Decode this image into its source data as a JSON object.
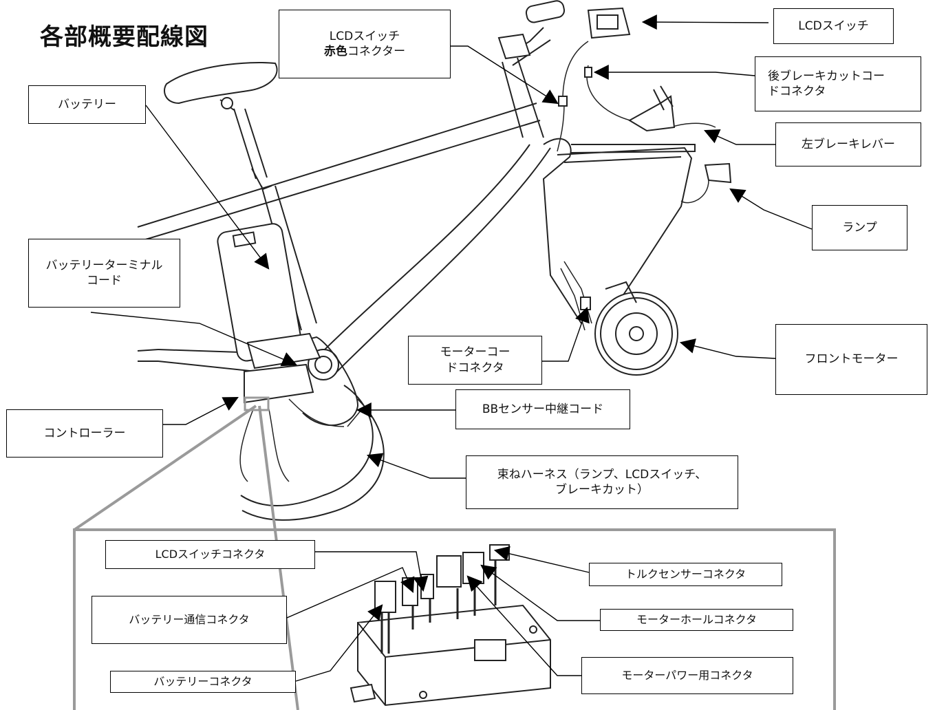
{
  "title": "各部概要配線図",
  "labels": {
    "lcd_switch_red_connector_line1": "LCDスイッチ",
    "lcd_switch_red_connector_line2_bold": "赤色",
    "lcd_switch_red_connector_line2_rest": "コネクター",
    "lcd_switch": "LCDスイッチ",
    "rear_brake_cut_connector": "後ブレーキカットコードコネクタ",
    "battery": "バッテリー",
    "left_brake_lever": "左ブレーキレバー",
    "lamp": "ランプ",
    "battery_terminal_cord": "バッテリーターミナルコード",
    "motor_cord_connector": "モーターコードコネクタ",
    "front_motor": "フロントモーター",
    "bb_sensor_relay_cord": "BBセンサー中継コード",
    "controller": "コントローラー",
    "bundled_harness": "束ねハーネス（ランプ、LCDスイッチ、ブレーキカット）",
    "lcd_switch_connector": "LCDスイッチコネクタ",
    "torque_sensor_connector": "トルクセンサーコネクタ",
    "battery_comm_connector": "バッテリー通信コネクタ",
    "motor_hall_connector": "モーターホールコネクタ",
    "battery_connector": "バッテリーコネクタ",
    "motor_power_connector": "モーターパワー用コネクタ"
  }
}
